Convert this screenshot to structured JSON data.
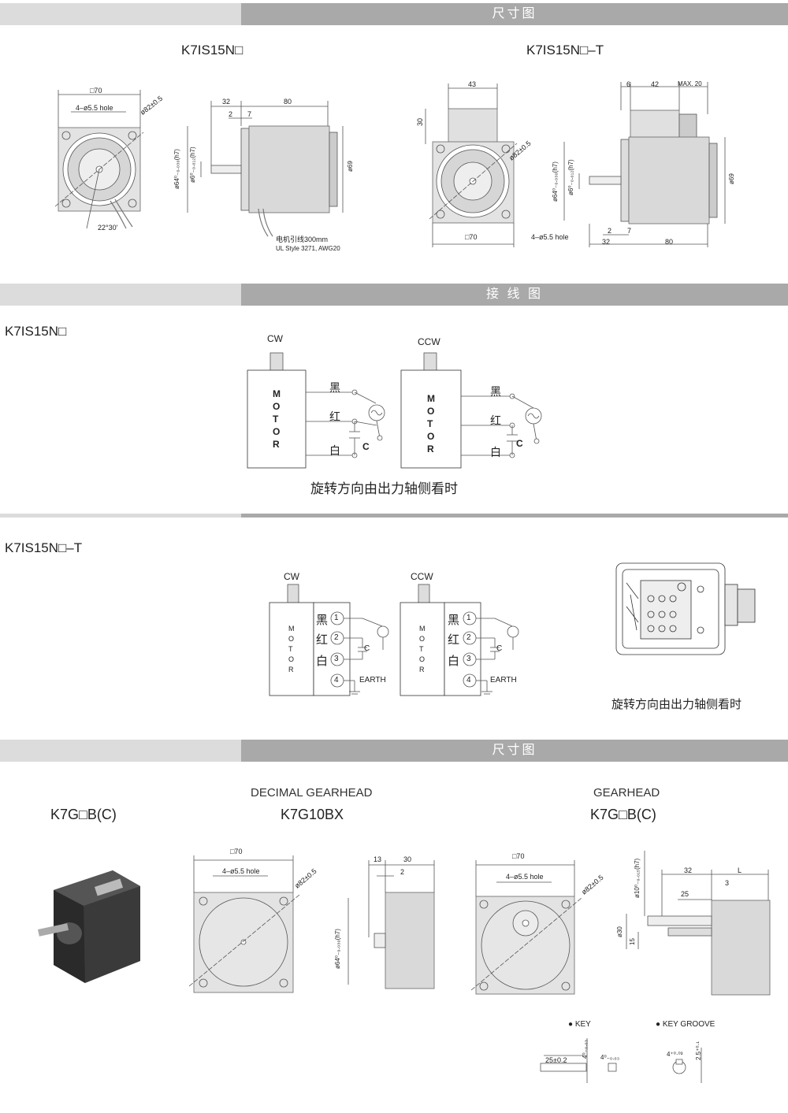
{
  "sections": {
    "dimensions_title": "尺寸图",
    "wiring_title": "接 线 图",
    "dimensions_title_2": "尺寸图"
  },
  "models": {
    "motor_std": "K7IS15N□",
    "motor_t": "K7IS15N□–T",
    "wiring_std": "K7IS15N□",
    "wiring_t": "K7IS15N□–T",
    "gear_photo": "K7G□B(C)",
    "decimal_gearhead_type": "DECIMAL GEARHEAD",
    "decimal_gearhead_model": "K7G10BX",
    "gearhead_type": "GEARHEAD",
    "gearhead_model": "K7G□B(C)"
  },
  "dims": {
    "sq70": "□70",
    "hole4": "4–ø5.5 hole",
    "pcd82": "ø82±0.5",
    "ang": "22°30'",
    "d32": "32",
    "d80": "80",
    "d2": "2",
    "d7": "7",
    "d69": "ø69",
    "d64": "ø64⁰₋₀.₀₃₀(h7)",
    "d6": "ø6⁰₋₀.₀₁₂(h7)",
    "lead1": "电机引线300mm",
    "lead2": "UL Style 3271, AWG20",
    "d43": "43",
    "d30v": "30",
    "d6b": "6",
    "d42": "42",
    "max20": "MAX. 20",
    "d13": "13",
    "d30": "30",
    "d10": "ø10⁰₋₀.₀₁₅(h7)",
    "dL": "L",
    "d3": "3",
    "d25": "25",
    "d30b": "ø30",
    "d15": "15",
    "key": "● KEY",
    "key_groove": "● KEY GROOVE",
    "key25": "25±0.2",
    "key4a": "4⁰₋₀.₀₃",
    "key4b": "4⁰₋₀.₀₃",
    "key4c": "4⁺⁰·⁰³",
    "key25b": "2.5⁺⁰·¹"
  },
  "wiring": {
    "cw": "CW",
    "ccw": "CCW",
    "motor_letters": [
      "M",
      "O",
      "T",
      "O",
      "R"
    ],
    "black": "黑",
    "red": "红",
    "white": "白",
    "cap": "C",
    "earth": "EARTH",
    "n1": "1",
    "n2": "2",
    "n3": "3",
    "n4": "4",
    "caption": "旋转方向由出力轴侧看时",
    "caption2": "旋转方向由出力轴侧看时"
  },
  "colors": {
    "bar_light": "#dcdcdc",
    "bar_dark": "#a9a9a9",
    "body_gray": "#d9d9d9",
    "photo_dark": "#3a3a3a"
  }
}
